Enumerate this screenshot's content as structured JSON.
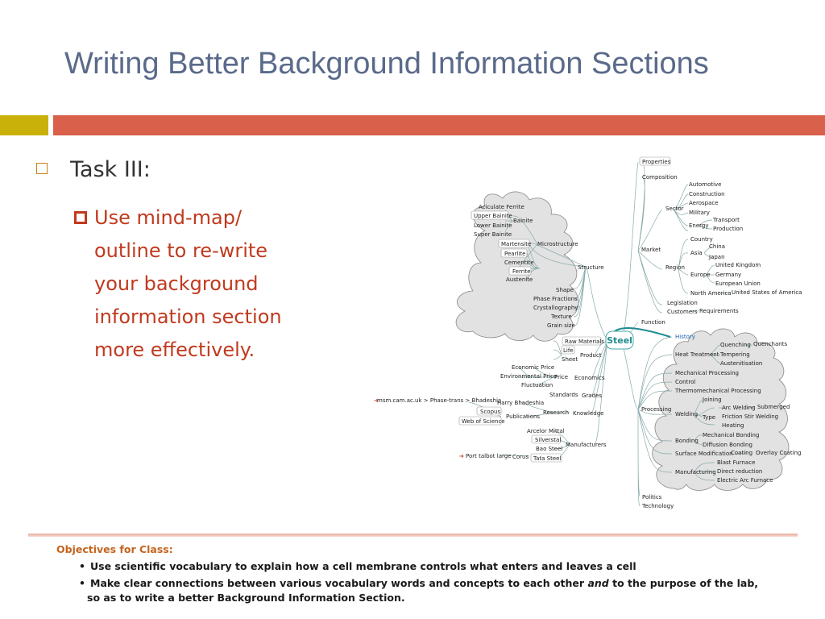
{
  "title": "Writing Better Background Information Sections",
  "task": {
    "heading": "Task III:",
    "bullet": [
      "Use mind-map/",
      "outline to re-write",
      "your background",
      "information section",
      "more effectively."
    ]
  },
  "mindmap": {
    "center": "Steel",
    "nodes": {
      "properties": "Properties",
      "composition": "Composition",
      "market": "Market",
      "sector": "Sector",
      "automotive": "Automotive",
      "construction": "Construction",
      "aerospace": "Aerospace",
      "military": "Military",
      "energy": "Energy",
      "transport": "Transport",
      "production": "Production",
      "region": "Region",
      "country": "Country",
      "asia": "Asia",
      "china": "China",
      "japan": "Japan",
      "europe": "Europe",
      "uk": "United Kingdom",
      "germany": "Germany",
      "eu": "European Union",
      "north_america": "North America",
      "us": "United States of America",
      "legislation": "Legislation",
      "customers": "Customers",
      "requirements": "Requirements",
      "function": "Function",
      "history": "History",
      "heat_treatment": "Heat Treatment",
      "quenching": "Quenching",
      "quenchants": "Quenchants",
      "tempering": "Tempering",
      "austenitisation": "Austenitisation",
      "mechanical_processing": "Mechanical Processing",
      "control": "Control",
      "thermomechanical": "Thermomechanical Processing",
      "processing": "Processing",
      "joining": "Joining",
      "welding": "Welding",
      "arc_welding": "Arc Welding",
      "submerged": "Submerged",
      "type": "Type",
      "friction_stir": "Friction Stir Welding",
      "heating": "Heating",
      "bonding": "Bonding",
      "mech_bonding": "Mechanical Bonding",
      "diffusion_bonding": "Diffusion Bonding",
      "surface_mod": "Surface Modification",
      "coating": "Coating",
      "overlay_coating": "Overlay Coating",
      "manufacturing": "Manufacturing",
      "blast_furnace": "Blast Furnace",
      "direct_reduction": "Direct reduction",
      "eaf": "Electric Arc Furnace",
      "politics": "Politics",
      "technology": "Technology",
      "acicular": "Aciculate Ferrite",
      "upper_bainite": "Upper Bainite",
      "lower_bainite": "Lower Bainite",
      "super_bainite": "Super Bainite",
      "bainite": "Bainite",
      "martensite": "Martensite",
      "pearlite": "Pearlite",
      "cementite": "Cementite",
      "ferrite": "Ferrite",
      "austenite": "Austenite",
      "microstructure": "Microstructure",
      "structure": "Structure",
      "shape": "Shape",
      "phase_fractions": "Phase Fractions",
      "crystallography": "Crystallography",
      "texture": "Texture",
      "grain_size": "Grain size",
      "raw_materials": "Raw Materials",
      "life": "Life",
      "sheet": "Sheet",
      "product": "Product",
      "economic_price": "Economic Price",
      "environmental_price": "Environmental Price",
      "price": "Price",
      "fluctuation": "Fluctuation",
      "economics": "Economics",
      "standards": "Standards",
      "grades": "Grades",
      "msm_link": "msm.cam.ac.uk > Phase-trans > Bhadeshia",
      "harry": "Harry Bhadeshia",
      "scopus": "Scopus",
      "wos": "Web of Science",
      "publications": "Publications",
      "research": "Research",
      "knowledge": "Knowledge",
      "arcelor": "Arcelor Mittal",
      "silverstal": "Silverstal",
      "bao_steel": "Bao Steel",
      "tata_steel": "Tata Steel",
      "manufacturers": "Manufacturers",
      "port_talbot": "Port talbot large",
      "corus": "Corus"
    }
  },
  "objectives": {
    "heading": "Objectives for Class:",
    "item1": "Use scientific vocabulary to explain how a cell membrane controls what enters and leaves a cell",
    "item2_a": "Make clear connections between various vocabulary words and concepts to each other",
    "item2_em": "and",
    "item2_b": "to the purpose of the lab,",
    "item2_c": "so as to write a better Background Information Section."
  }
}
